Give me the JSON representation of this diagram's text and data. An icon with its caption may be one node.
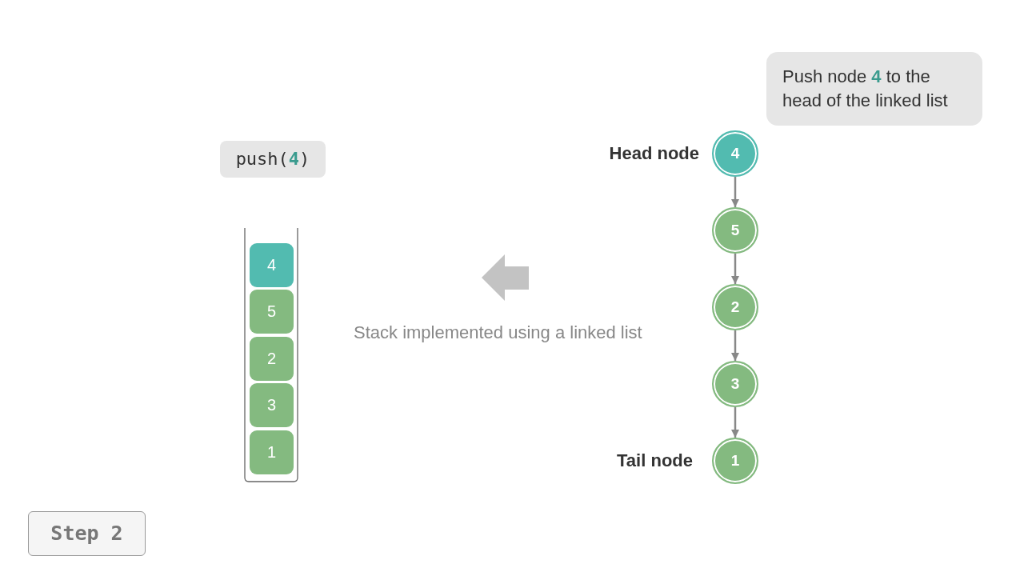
{
  "diagram": {
    "nodes": [
      {
        "text": [
          "push(**4**)"
        ]
      },
      {
        "text": [],
        "shape": "box"
      },
      {
        "text": [
          "4"
        ],
        "in": 1
      },
      {
        "text": [
          "5"
        ],
        "in": 1
      },
      {
        "text": [
          "2"
        ],
        "in": 1
      },
      {
        "text": [
          "3"
        ],
        "in": 1
      },
      {
        "text": [
          "1"
        ],
        "in": 1
      },
      {
        "text": [
          "Push node **4** to the head of the linked list"
        ]
      },
      {
        "text": [
          "4"
        ],
        "beside": [
          "Head node"
        ]
      },
      {
        "text": [
          "5"
        ]
      },
      {
        "text": [
          "2"
        ]
      },
      {
        "text": [
          "3"
        ]
      },
      {
        "text": [
          "1"
        ],
        "beside": [
          "Tail node"
        ]
      },
      {
        "text": [
          "Step 2"
        ]
      }
    ],
    "edges": [
      {
        "from": 8,
        "to": 9,
        "arrow": "to"
      },
      {
        "from": 9,
        "to": 10,
        "arrow": "to"
      },
      {
        "from": 10,
        "to": 11,
        "arrow": "to"
      },
      {
        "from": 11,
        "to": 12,
        "arrow": "to"
      }
    ],
    "labels": [
      "Stack implemented using a linked list"
    ]
  }
}
